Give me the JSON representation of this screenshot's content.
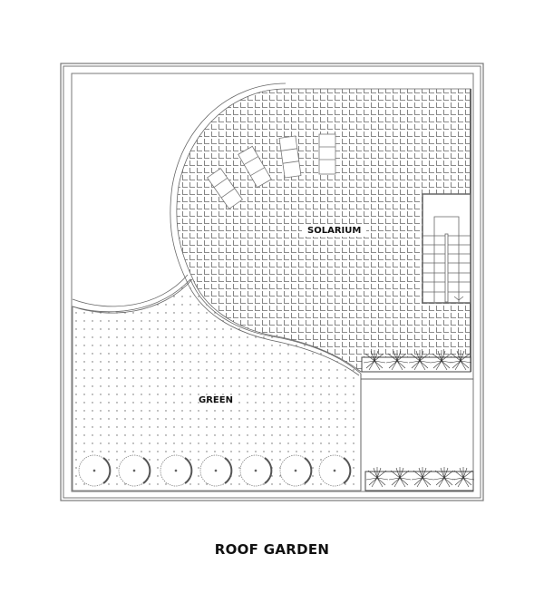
{
  "drawing": {
    "title": "ROOF GARDEN",
    "areas": {
      "solarium": {
        "label": "SOLARIUM",
        "pattern": "square-tile"
      },
      "green": {
        "label": "GREEN",
        "pattern": "dot-grass"
      },
      "lawn_nw": {
        "label": "",
        "pattern": "blank"
      },
      "terrace_se": {
        "label": "",
        "pattern": "blank"
      }
    },
    "furniture": {
      "sun_loungers": 4
    },
    "stair": {
      "flights": 1,
      "treads": 8
    },
    "planters": [
      {
        "position": "upper-east",
        "plants": 5
      },
      {
        "position": "lower-east",
        "plants": 5
      }
    ],
    "shrubs": {
      "count": 7
    },
    "colors": {
      "line": "#555555",
      "text": "#111111",
      "background": "#ffffff"
    }
  }
}
